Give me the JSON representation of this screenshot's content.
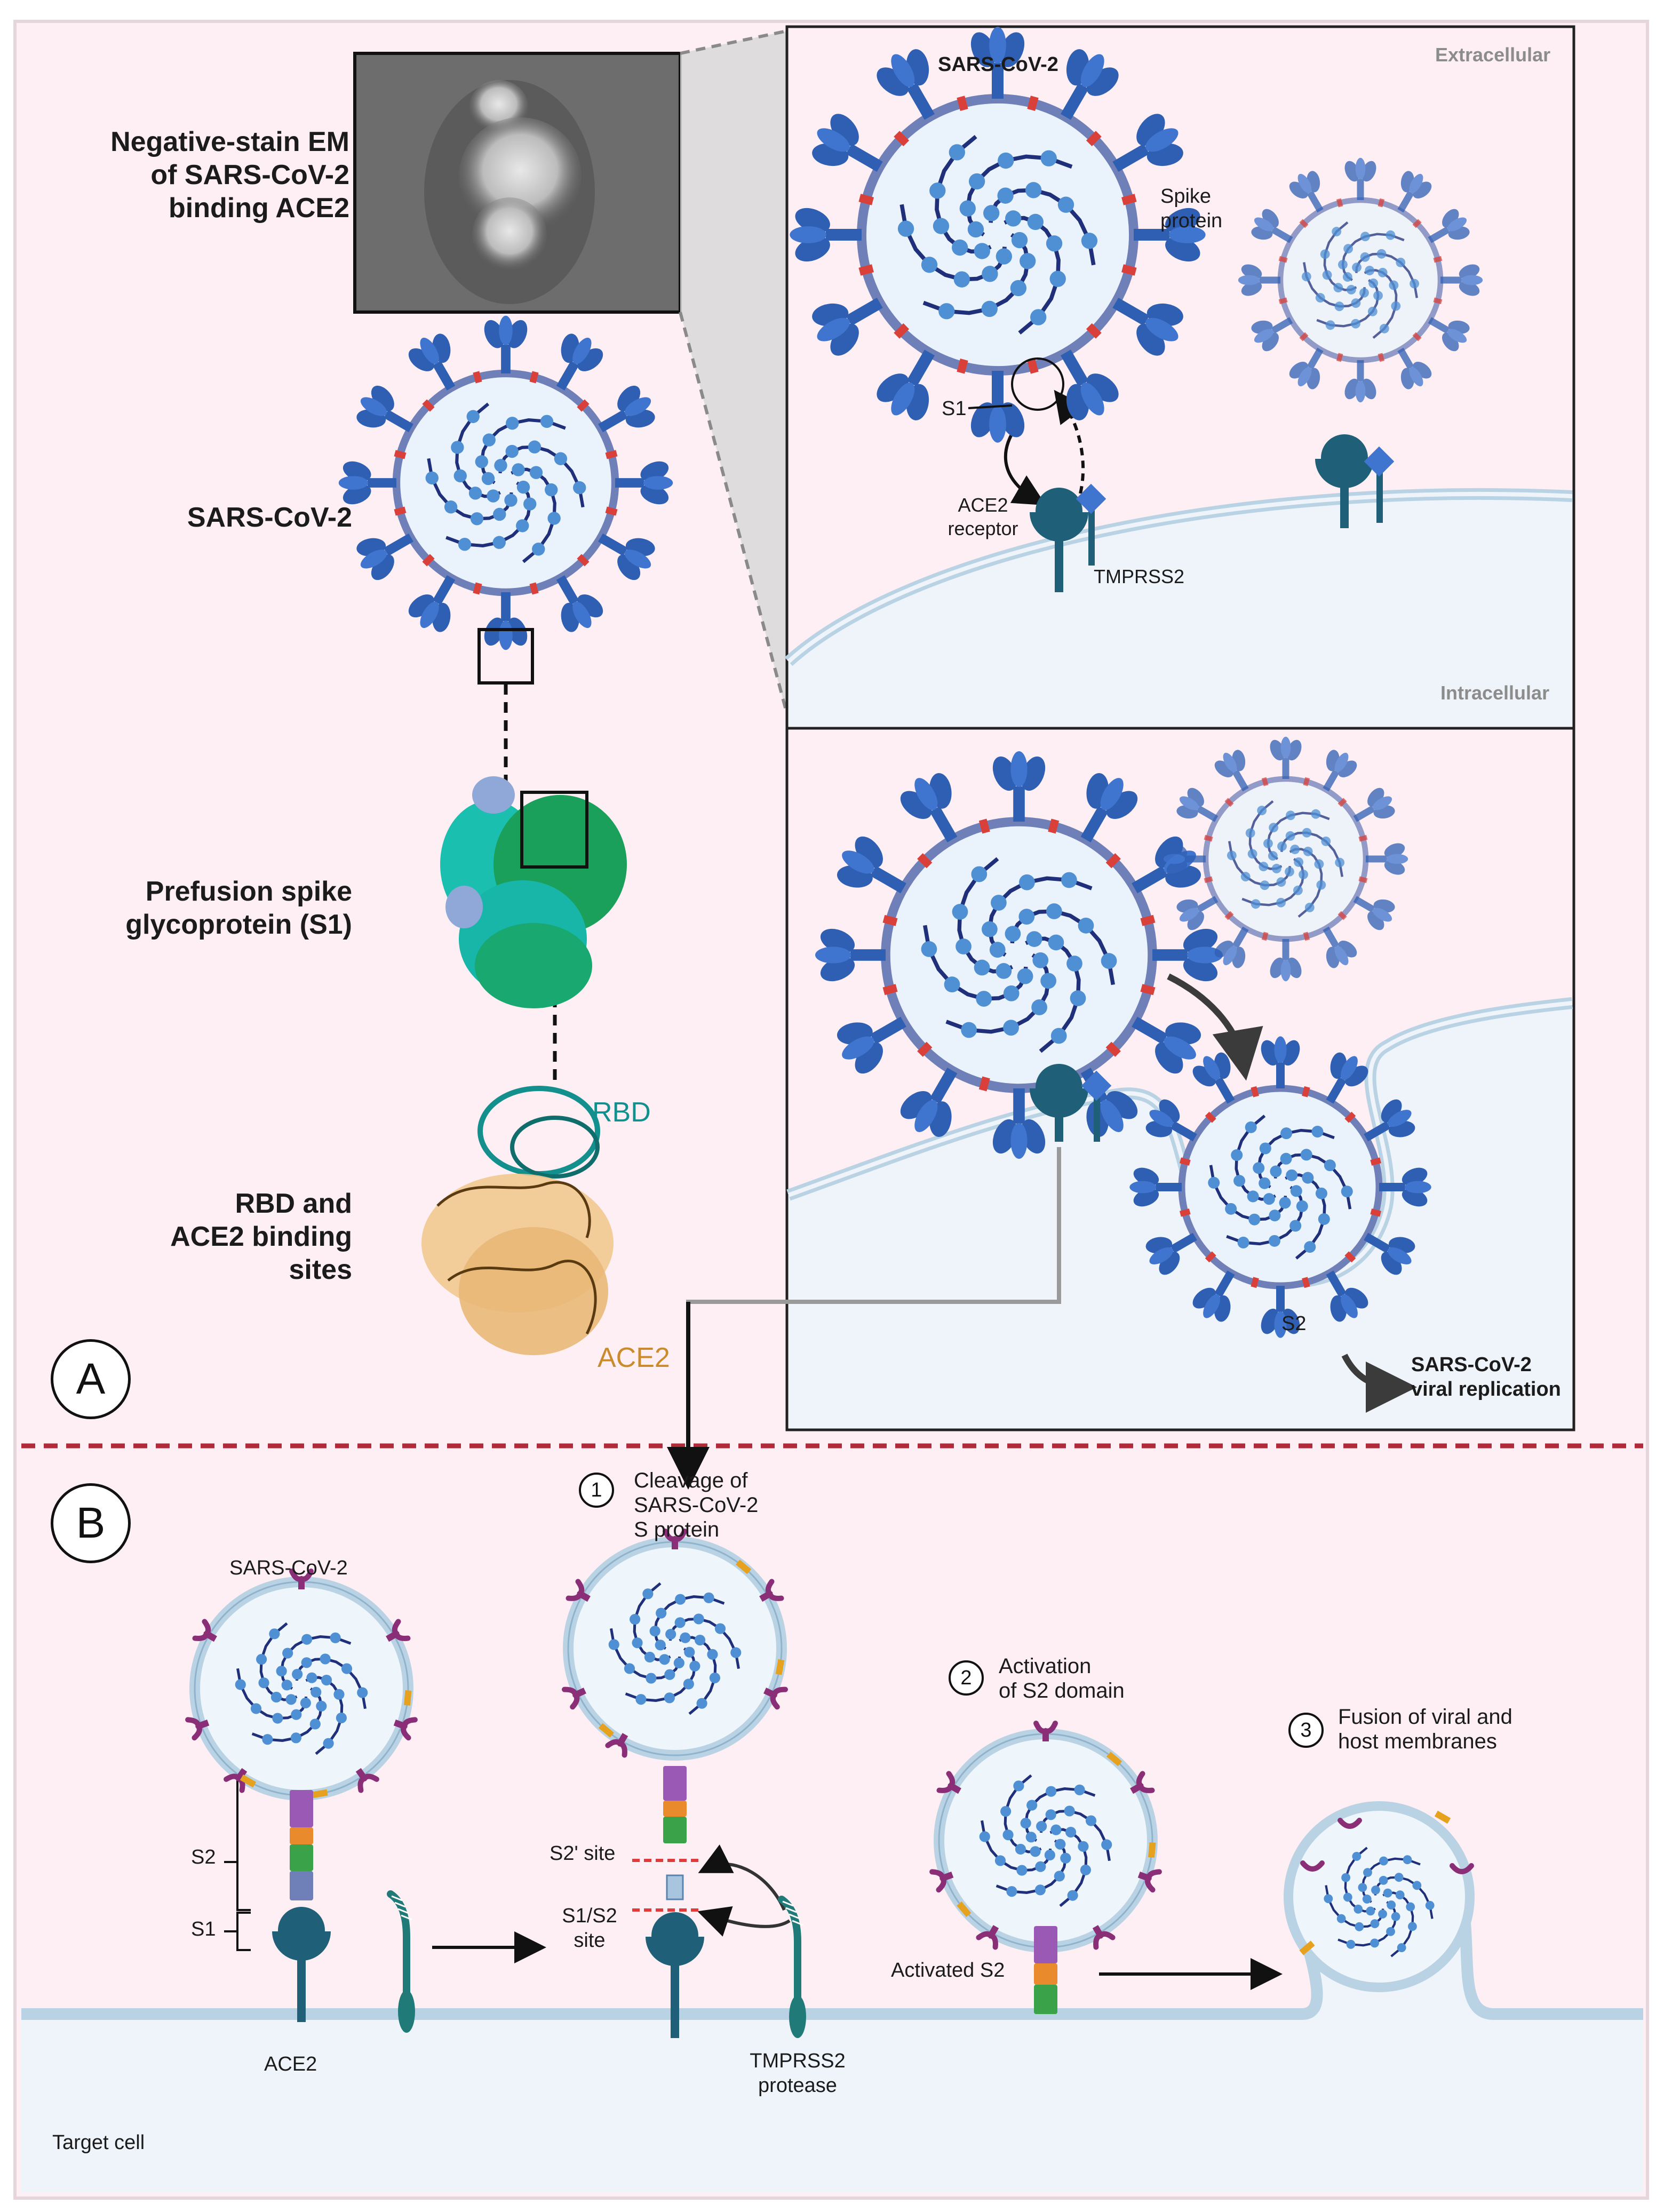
{
  "panel_a": {
    "letter": "A",
    "em_label": "Negative-stain EM\nof SARS-CoV-2\nbinding ACE2",
    "virus_label": "SARS-CoV-2",
    "spike_label": "Prefusion spike\nglycoprotein (S1)",
    "rbd_label_left": "RBD and\nACE2 binding\nsites",
    "rbd_tag": "RBD",
    "ace2_tag": "ACE2",
    "colors": {
      "rbd": "#13908e",
      "ace2": "#c98b2c"
    },
    "top_box": {
      "title": "SARS-CoV-2",
      "extracellular": "Extracellular",
      "intracellular": "Intracellular",
      "spike_protein": "Spike\nprotein",
      "s1": "S1",
      "ace2_receptor": "ACE2\nreceptor",
      "tmprss2": "TMPRSS2"
    },
    "bottom_box": {
      "s2": "S2",
      "replication": "SARS-CoV-2\nviral replication"
    }
  },
  "panel_b": {
    "letter": "B",
    "virus_label": "SARS-CoV-2",
    "s2": "S2",
    "s1": "S1",
    "ace2": "ACE2",
    "step1_num": "1",
    "step1_text": "Cleavage of\nSARS-CoV-2\nS protein",
    "s2prime_site": "S2' site",
    "s1s2_site": "S1/S2\nsite",
    "tmprss2": "TMPRSS2\nprotease",
    "step2_num": "2",
    "step2_text": "Activation\nof S2 domain",
    "activated_s2": "Activated S2",
    "step3_num": "3",
    "step3_text": "Fusion of viral and\nhost membranes",
    "target_cell": "Target cell"
  },
  "colors": {
    "background": "#fdeff4",
    "cell": "#eef4fa",
    "membrane": "#b9d3e4",
    "spike": "#2f5fb3",
    "envelope": "#6f7fb8",
    "nucleocapsid": "#4f8fd3",
    "divider": "#b02a3a",
    "spike_purple": "#9b59b6",
    "spike_orange": "#e98a2c",
    "spike_green": "#3aa34a",
    "receptor": "#1f5f78",
    "protease": "#1f7a78",
    "m_protein": "#8b2e78",
    "e_protein": "#e6a21e"
  }
}
